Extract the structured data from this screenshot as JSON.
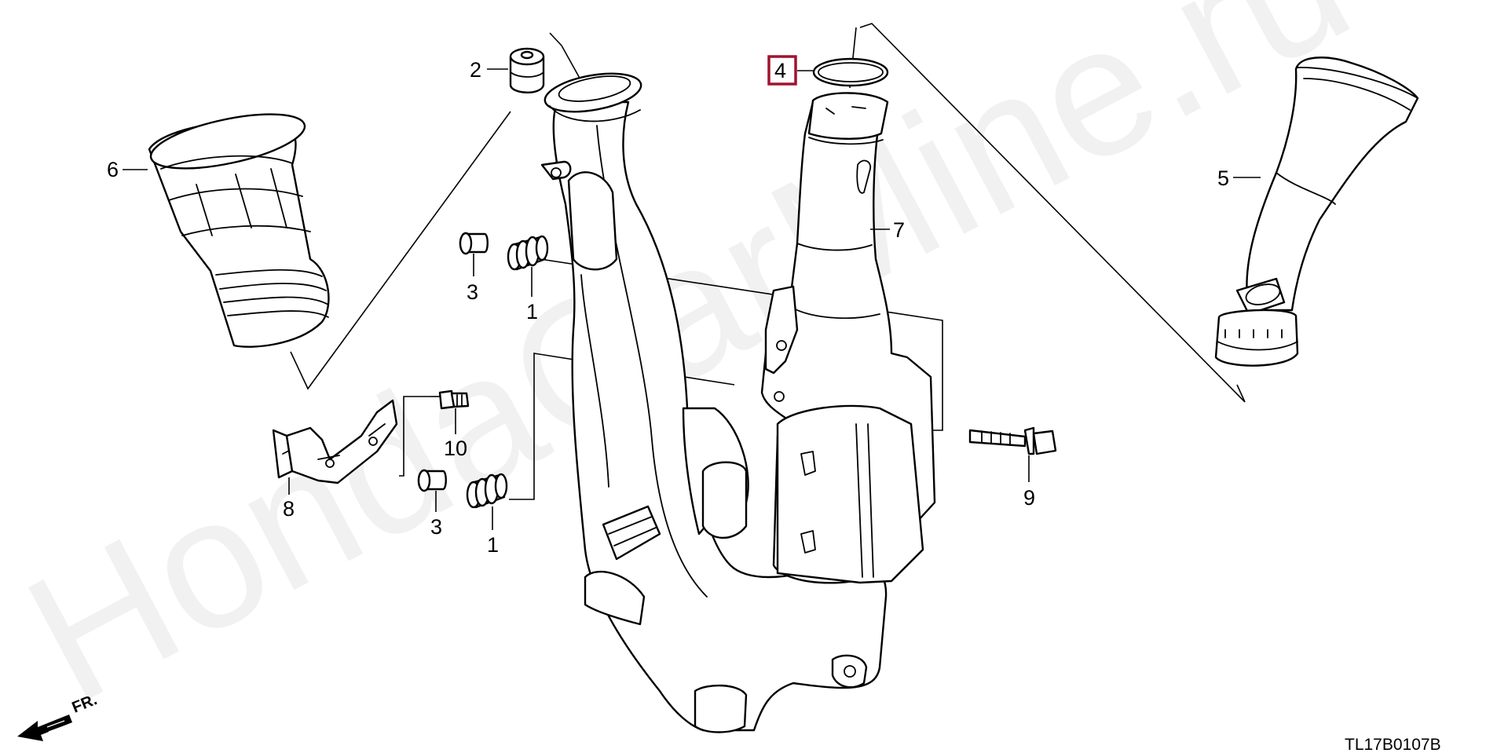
{
  "watermark": "HondaCarMine.ru",
  "diagram_code": "TL17B0107B",
  "direction_label": "FR.",
  "highlight_color": "#a0132e",
  "callouts": {
    "c1a": "1",
    "c1b": "1",
    "c2": "2",
    "c3a": "3",
    "c3b": "3",
    "c4": "4",
    "c5": "5",
    "c6": "6",
    "c7": "7",
    "c8": "8",
    "c9": "9",
    "c10": "10"
  },
  "highlighted_callout": "4",
  "icons": [
    "front-direction-arrow-icon"
  ]
}
